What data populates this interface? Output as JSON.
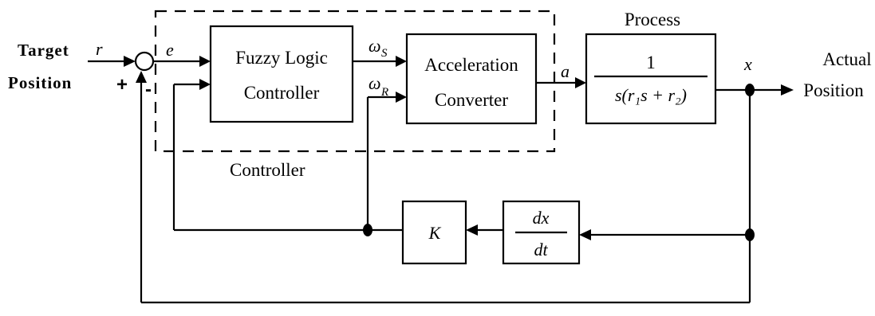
{
  "inputs": {
    "target_line1": "Target",
    "target_line2": "Position",
    "r": "r",
    "plus": "+",
    "minus": "-"
  },
  "signals": {
    "e": "e",
    "omega_s": "ω",
    "omega_s_sub": "S",
    "omega_r": "ω",
    "omega_r_sub": "R",
    "a": "a",
    "x": "x"
  },
  "blocks": {
    "flc_line1": "Fuzzy Logic",
    "flc_line2": "Controller",
    "acc_line1": "Acceleration",
    "acc_line2": "Converter",
    "process_title": "Process",
    "tf_numerator": "1",
    "tf_denominator": "s(r₁s + r₂)",
    "gain": "K",
    "deriv_num": "dx",
    "deriv_den": "dt",
    "controller_label": "Controller"
  },
  "outputs": {
    "actual_line1": "Actual",
    "actual_line2": "Position"
  }
}
